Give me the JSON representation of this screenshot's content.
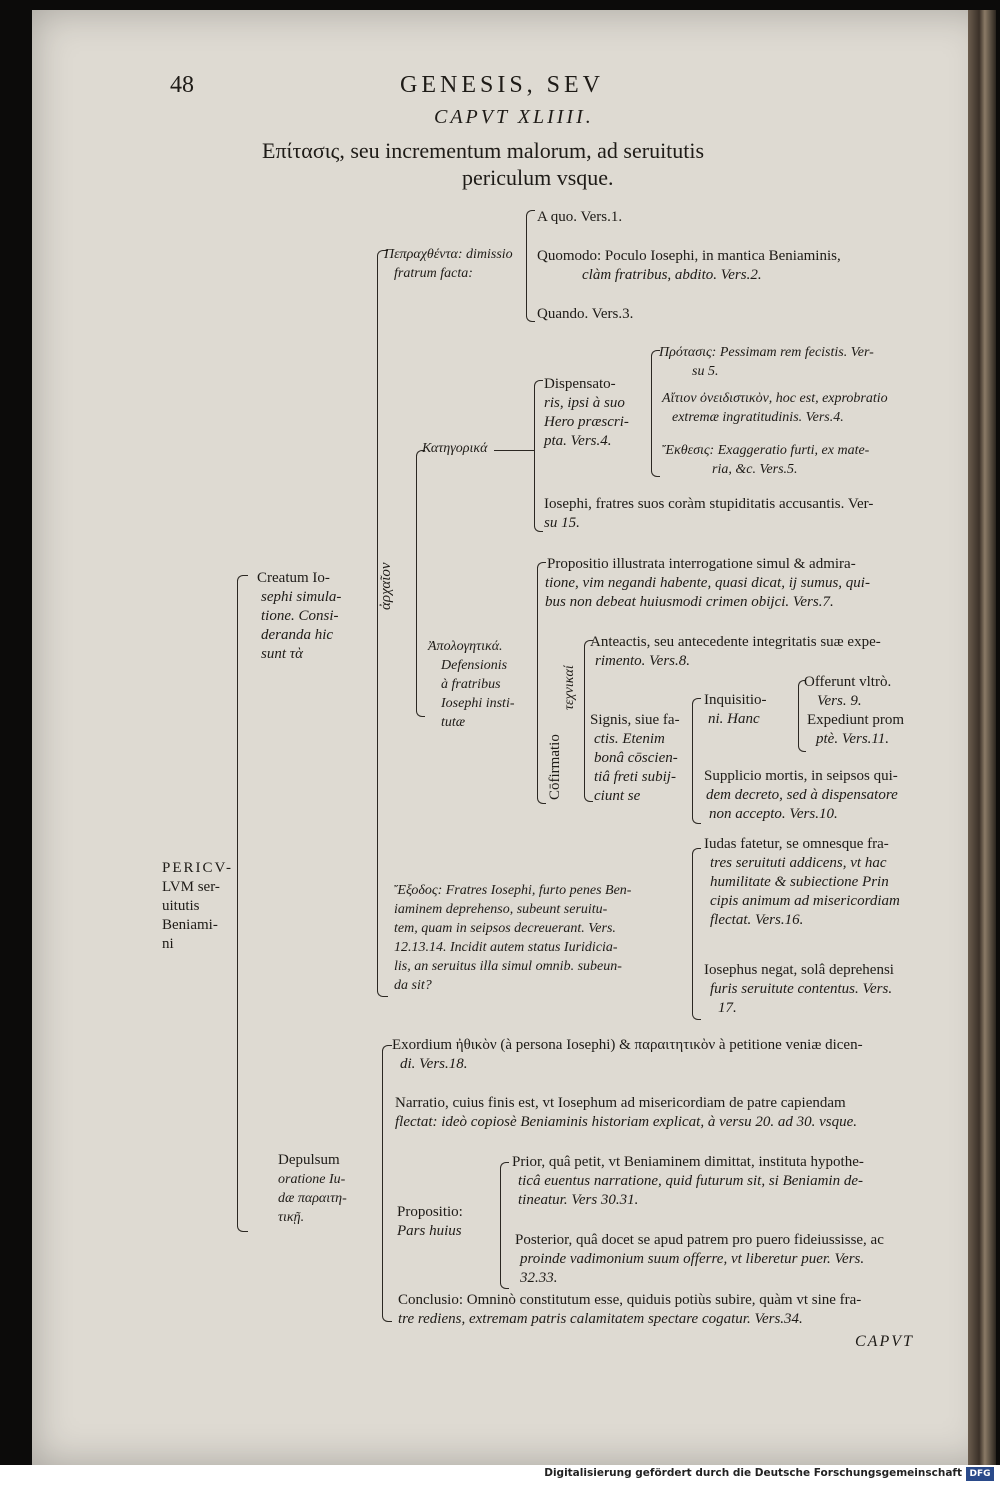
{
  "header": {
    "page_number": "48",
    "running_title": "GENESIS, SEV",
    "chapter": "CAPVT XLIIII.",
    "title_line1": "Επίτασις, seu incrementum malorum, ad seruitutis",
    "title_line2": "periculum vsque."
  },
  "root": {
    "line1": "PERICV-",
    "line2": "LVM ser-",
    "line3": "uitutis",
    "line4": "Beniami-",
    "line5": "ni"
  },
  "creatum": {
    "line1": "Creatum Io-",
    "line2": "sephi simula-",
    "line3": "tione. Consi-",
    "line4": "deranda hic",
    "line5": "sunt τὰ",
    "vertical_label": "ἀρχαῖον"
  },
  "praechthenta": {
    "line1": "Πεπραχθέντα: dimissio",
    "line2": "fratrum facta:",
    "a_quo": "A quo. Vers.1.",
    "quomodo_1": "Quomodo: Poculo Iosephi, in mantica Beniaminis,",
    "quomodo_2": "clàm fratribus, abdito. Vers.2.",
    "quando": "Quando. Vers.3."
  },
  "kategorika": {
    "label": "Κατηγορικά",
    "dispensatoris_1": "Dispensato-",
    "dispensatoris_2": "ris, ipsi à suo",
    "dispensatoris_3": "Hero præscri-",
    "dispensatoris_4": "pta. Vers.4.",
    "protasis_1": "Πρότασις: Pessimam rem fecistis. Ver-",
    "protasis_2": "su 5.",
    "aition_1": "Αἴτιον ὀνειδιστικὸν, hoc est, exprobratio",
    "aition_2": "extremæ ingratitudinis. Vers.4.",
    "ekthesis_1": "Ἔκθεσις: Exaggeratio furti, ex mate-",
    "ekthesis_2": "ria, &c. Vers.5.",
    "iosephi_1": "Iosephi, fratres suos coràm stupiditatis accusantis. Ver-",
    "iosephi_2": "su 15."
  },
  "apologetika": {
    "line1": "Ἀπολογητικά.",
    "line2": "Defensionis",
    "line3": "à fratribus",
    "line4": "Iosephi insti-",
    "line5": "tutæ",
    "propositio_1": "Propositio illustrata interrogatione simul & admira-",
    "propositio_2": "tione, vim negandi habente, quasi dicat, ij sumus, qui-",
    "propositio_3": "bus non debeat huiusmodi crimen obijci. Vers.7.",
    "confirmatio_label": "Cōfirmatio",
    "technikai_label": "τεχνικαί",
    "anteactis_1": "Anteactis, seu antecedente integritatis suæ expe-",
    "anteactis_2": "rimento. Vers.8.",
    "signis_1": "Signis, siue fa-",
    "signis_2": "ctis. Etenim",
    "signis_3": "bonâ cōscien-",
    "signis_4": "tiâ freti subij-",
    "signis_5": "ciunt se",
    "inquisitioni_1": "Inquisitio-",
    "inquisitioni_2": "ni. Hanc",
    "offerunt_1": "Offerunt vltrò.",
    "offerunt_2": "Vers. 9.",
    "expediunt_1": "Expediunt prom",
    "expediunt_2": "ptè. Vers.11.",
    "supplicio_1": "Supplicio mortis, in seipsos qui-",
    "supplicio_2": "dem decreto, sed à dispensatore",
    "supplicio_3": "non accepto. Vers.10."
  },
  "exodos": {
    "line1": "Ἔξοδος: Fratres Iosephi, furto penes Ben-",
    "line2": "iaminem deprehenso, subeunt seruitu-",
    "line3": "tem, quam in seipsos decreuerant. Vers.",
    "line4": "12.13.14. Incidit autem status Iuridicia-",
    "line5": "lis, an seruitus illa simul omnib. subeun-",
    "line6": "da sit?",
    "iudas_1": "Iudas fatetur, se omnesque fra-",
    "iudas_2": "tres seruituti addicens, vt hac",
    "iudas_3": "humilitate & subiectione Prin",
    "iudas_4": "cipis animum ad misericordiam",
    "iudas_5": "flectat. Vers.16.",
    "iosephus_1": "Iosephus negat, solâ deprehensi",
    "iosephus_2": "furis seruitute contentus. Vers.",
    "iosephus_3": "17."
  },
  "depulsum": {
    "line1": "Depulsum",
    "line2": "oratione Iu-",
    "line3": "dæ παραιτη-",
    "line4": "τικῇ.",
    "exordium_1": "Exordium ἠθικὸν (à persona Iosephi) & παραιτητικὸν à petitione veniæ dicen-",
    "exordium_2": "di. Vers.18.",
    "narratio_1": "Narratio, cuius finis est, vt Iosephum ad misericordiam de patre capiendam",
    "narratio_2": "flectat: ideò copiosè Beniaminis historiam explicat, à versu 20. ad 30. vsque.",
    "propositio_1": "Propositio:",
    "propositio_2": "Pars huius",
    "prior_1": "Prior, quâ petit, vt Beniaminem dimittat, instituta hypothe-",
    "prior_2": "ticâ euentus narratione, quid futurum sit, si Beniamin de-",
    "prior_3": "tineatur. Vers 30.31.",
    "posterior_1": "Posterior, quâ docet se apud patrem pro puero fideiussisse, ac",
    "posterior_2": "proinde vadimonium suum offerre, vt liberetur puer. Vers.",
    "posterior_3": "32.33.",
    "conclusio_1": "Conclusio: Omninò constitutum esse, quiduis potiùs subire, quàm vt sine fra-",
    "conclusio_2": "tre rediens, extremam patris calamitatem spectare cogatur. Vers.34."
  },
  "catchword": "CAPVT",
  "footer": {
    "text": "Digitalisierung gefördert durch die Deutsche Forschungsgemeinschaft",
    "logo": "DFG"
  }
}
